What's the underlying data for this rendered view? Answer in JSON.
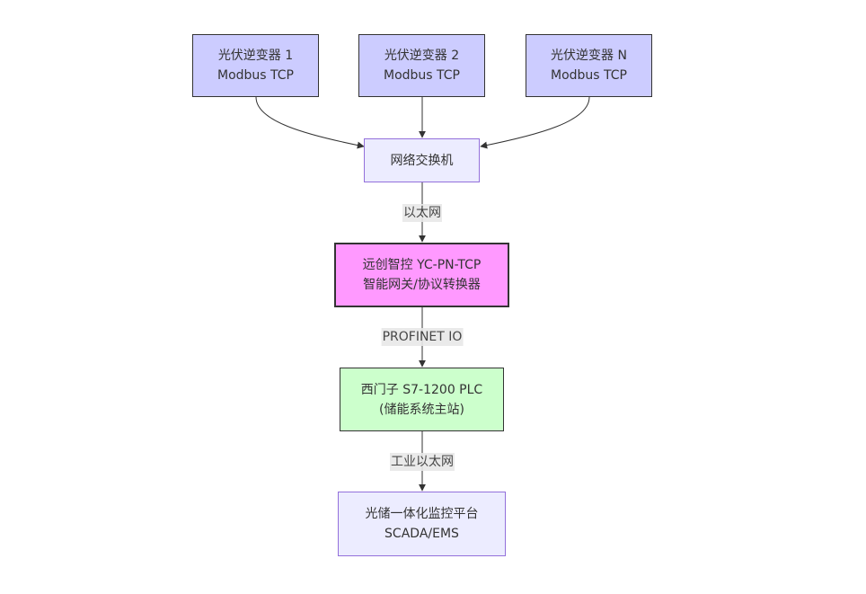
{
  "nodes": {
    "inverter_1": {
      "line1": "光伏逆变器 1",
      "line2": "Modbus TCP"
    },
    "inverter_2": {
      "line1": "光伏逆变器 2",
      "line2": "Modbus TCP"
    },
    "inverter_n": {
      "line1": "光伏逆变器 N",
      "line2": "Modbus TCP"
    },
    "switch": {
      "line1": "网络交换机"
    },
    "gateway": {
      "line1": "远创智控 YC-PN-TCP",
      "line2": "智能网关/协议转换器"
    },
    "plc": {
      "line1": "西门子 S7-1200 PLC",
      "line2": "(储能系统主站)"
    },
    "platform": {
      "line1": "光储一体化监控平台",
      "line2": "SCADA/EMS"
    }
  },
  "edges": {
    "switch_to_gateway": "以太网",
    "gateway_to_plc": "PROFINET IO",
    "plc_to_platform": "工业以太网"
  },
  "colors": {
    "inverter_fill": "#ccccff",
    "default_fill": "#ececff",
    "default_stroke": "#9370db",
    "gateway_fill": "#ff99ff",
    "plc_fill": "#ccffcc",
    "edge_stroke": "#333333",
    "edge_label_bg": "#e8e8e8"
  }
}
